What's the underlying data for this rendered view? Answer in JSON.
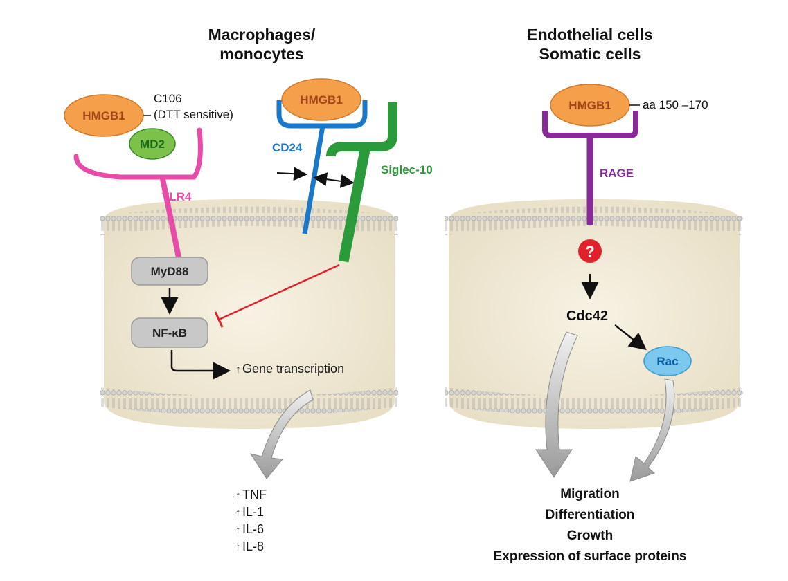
{
  "left_panel": {
    "title_line1": "Macrophages/",
    "title_line2": "monocytes",
    "hmgb1_left": "HMGB1",
    "c106_line1": "C106",
    "c106_line2": "(DTT sensitive)",
    "md2": "MD2",
    "tlr4": "TLR4",
    "hmgb1_mid": "HMGB1",
    "cd24": "CD24",
    "siglec": "Siglec-10",
    "myd88": "MyD88",
    "nfkb": "NF-κB",
    "gene_transcription": "Gene transcription",
    "outputs": [
      "TNF",
      "IL-1",
      "IL-6",
      "IL-8"
    ]
  },
  "right_panel": {
    "title_line1": "Endothelial cells",
    "title_line2": "Somatic cells",
    "hmgb1": "HMGB1",
    "aa": "aa 150 –170",
    "rage": "RAGE",
    "unknown": "?",
    "cdc42": "Cdc42",
    "rac": "Rac",
    "outputs": [
      "Migration",
      "Differentiation",
      "Growth",
      "Expression of surface proteins"
    ]
  },
  "colors": {
    "hmgb1_fill": "#f4a04a",
    "hmgb1_text": "#a0461a",
    "md2_fill": "#7cc24a",
    "md2_text": "#1e6b1e",
    "tlr4": "#e64ca8",
    "cd24": "#1a78c8",
    "siglec": "#2a9a3a",
    "rage": "#8a2a9a",
    "inhibit": "#e0202a",
    "rac_fill": "#7cc8ee",
    "rac_text": "#0a5aa0",
    "node_fill": "#c8c8c8",
    "cell_fill": "#f1ead8"
  }
}
